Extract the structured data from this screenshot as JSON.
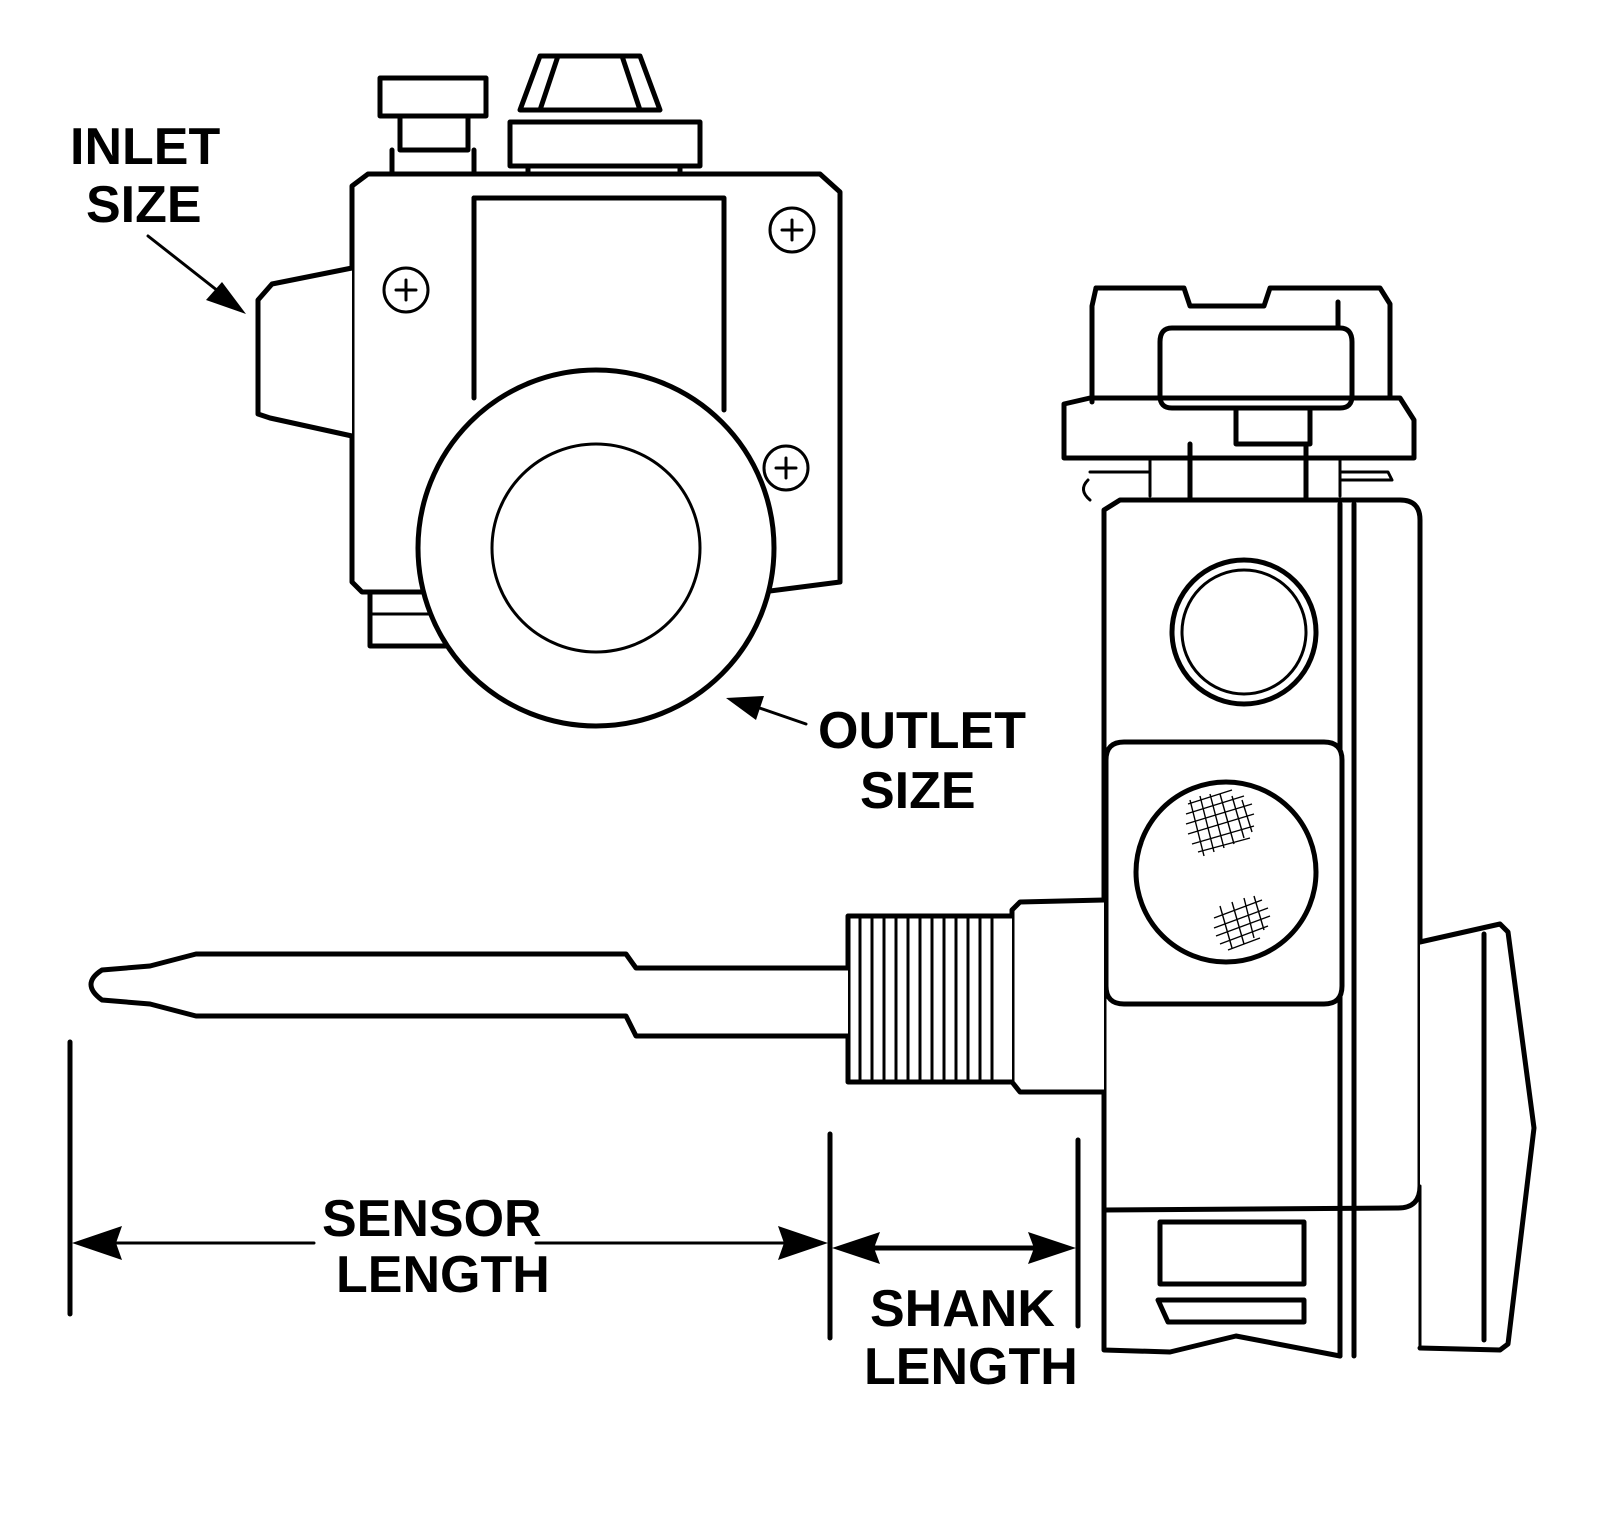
{
  "labels": {
    "inlet": [
      "INLET",
      "SIZE"
    ],
    "outlet": [
      "OUTLET",
      "SIZE"
    ],
    "sensor": [
      "SENSOR",
      "LENGTH"
    ],
    "shank": [
      "SHANK",
      "LENGTH"
    ]
  },
  "colors": {
    "line": "#000000",
    "background": "#ffffff"
  }
}
